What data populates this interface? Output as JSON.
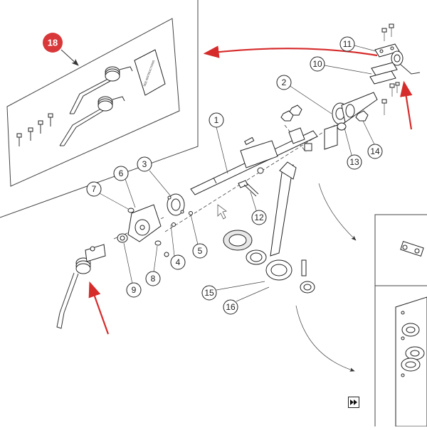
{
  "diagram": {
    "badge": {
      "label": "18",
      "color": "#d9383a"
    },
    "kit_card_text": "SEE INSTRUCTIONS",
    "callouts": [
      {
        "id": "c1",
        "label": "1"
      },
      {
        "id": "c2",
        "label": "2"
      },
      {
        "id": "c3",
        "label": "3"
      },
      {
        "id": "c4",
        "label": "4"
      },
      {
        "id": "c5",
        "label": "5"
      },
      {
        "id": "c6",
        "label": "6"
      },
      {
        "id": "c7",
        "label": "7"
      },
      {
        "id": "c8",
        "label": "8"
      },
      {
        "id": "c9",
        "label": "9"
      },
      {
        "id": "c10",
        "label": "10"
      },
      {
        "id": "c11",
        "label": "11"
      },
      {
        "id": "c12",
        "label": "12"
      },
      {
        "id": "c13",
        "label": "13"
      },
      {
        "id": "c14",
        "label": "14"
      },
      {
        "id": "c15",
        "label": "15"
      },
      {
        "id": "c16",
        "label": "16"
      }
    ],
    "next_button": {
      "icon": "fast-forward-icon",
      "glyph": "⏩"
    },
    "accent_red": "#d62b2b"
  }
}
